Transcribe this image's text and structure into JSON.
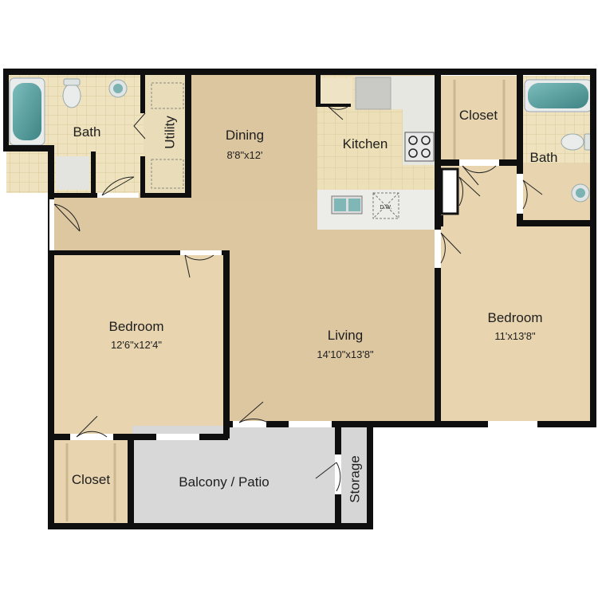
{
  "rooms": {
    "bath_left": {
      "name": "Bath"
    },
    "utility": {
      "name": "Utility"
    },
    "dining": {
      "name": "Dining",
      "dims": "8'8\"x12'"
    },
    "kitchen": {
      "name": "Kitchen",
      "dw": "D.W."
    },
    "closet_top": {
      "name": "Closet"
    },
    "bath_right": {
      "name": "Bath"
    },
    "bedroom_left": {
      "name": "Bedroom",
      "dims": "12'6\"x12'4\""
    },
    "living": {
      "name": "Living",
      "dims": "14'10\"x13'8\""
    },
    "bedroom_right": {
      "name": "Bedroom",
      "dims": "11'x13'8\""
    },
    "closet_bottom": {
      "name": "Closet"
    },
    "balcony": {
      "name": "Balcony / Patio"
    },
    "storage": {
      "name": "Storage"
    }
  },
  "colors": {
    "wall": "#0f0f0f",
    "carpet": "#e6d4b2",
    "living_floor": "#ddc7a1",
    "tile": "#efe3bf",
    "tile_line": "#d9c79a",
    "kitchen_floor": "#ede0b8",
    "patio": "#d8d8d8",
    "fixture": "#5a9c9c",
    "counter": "#e7e7e2"
  }
}
